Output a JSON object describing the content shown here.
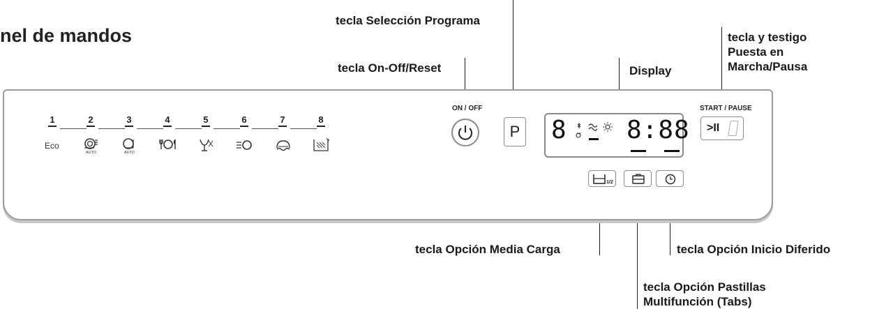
{
  "title": "nel de mandos",
  "callouts": {
    "program_select": "tecla Selección Programa",
    "on_off": "tecla On-Off/Reset",
    "display": "Display",
    "start_pause": [
      "tecla y testigo",
      "Puesta en",
      "Marcha/Pausa"
    ],
    "half_load": "tecla Opción Media Carga",
    "delay_start": "tecla Opción Inicio Diferido",
    "tabs": [
      "tecla Opción Pastillas",
      "Multifunción (Tabs)"
    ]
  },
  "panel": {
    "programs": [
      {
        "number": "1",
        "label": "Eco",
        "icon": "eco-text"
      },
      {
        "number": "2",
        "label": "AUTO",
        "icon": "auto-intensive-icon"
      },
      {
        "number": "3",
        "label": "AUTO",
        "icon": "auto-normal-icon"
      },
      {
        "number": "4",
        "label": "",
        "icon": "daily-icon"
      },
      {
        "number": "5",
        "label": "",
        "icon": "glass-icon"
      },
      {
        "number": "6",
        "label": "",
        "icon": "quick-icon"
      },
      {
        "number": "7",
        "label": "",
        "icon": "soak-icon"
      },
      {
        "number": "8",
        "label": "",
        "icon": "prewash-icon"
      }
    ],
    "on_off_label": "ON / OFF",
    "program_key": "P",
    "display_digit": "8",
    "display_time": "8:88",
    "start_pause_label": "START / PAUSE",
    "start_pause_symbol": ">II",
    "half_load_symbol": "1/2"
  }
}
